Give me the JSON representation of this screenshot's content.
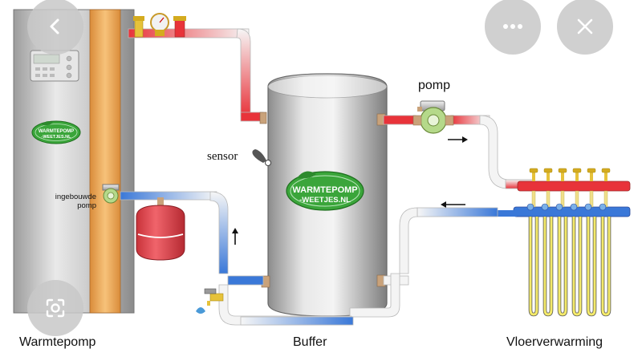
{
  "labels": {
    "warmtepomp": "Warmtepomp",
    "buffer": "Buffer",
    "vloerverwarming": "Vloerverwarming",
    "pomp": "pomp",
    "sensor": "sensor",
    "ingebouwde_pomp_line1": "ingebouwde",
    "ingebouwde_pomp_line2": "pomp"
  },
  "logo": {
    "line1": "WARMTEPOMP",
    "line2": "-WEETJES.NL"
  },
  "colors": {
    "hot": "#e8333a",
    "cold": "#3a78d8",
    "pipe_white": "#f4f4f4",
    "logo_green": "#3aa53a",
    "tank_grey": "#9a9a9a",
    "expansion_red": "#e0454e"
  },
  "overlay": {
    "back": "chevron-left-icon",
    "more": "more-dots-icon",
    "close": "close-icon",
    "lens": "lens-icon"
  }
}
